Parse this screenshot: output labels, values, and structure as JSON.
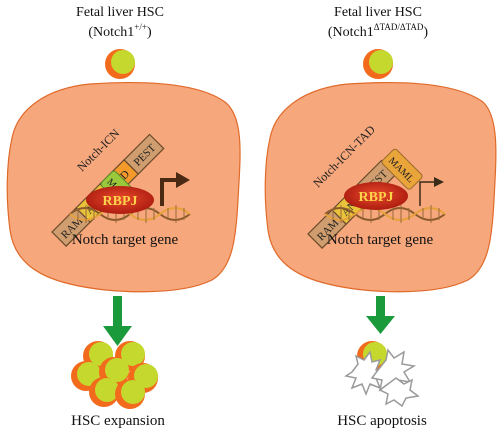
{
  "left": {
    "title_line1": "Fetal liver HSC",
    "title_line2_base": "(Notch1",
    "title_line2_sup": "+/+",
    "title_line2_end": ")",
    "construct_label": "Notch-ICN",
    "domains": [
      "RAM",
      "ANK",
      "TAD",
      "PEST"
    ],
    "maml_label": "MAML",
    "rbpj_label": "RBPJ",
    "gene_label": "Notch target gene",
    "outcome_label": "HSC expansion"
  },
  "right": {
    "title_line1": "Fetal liver HSC",
    "title_line2_base": "(Notch1",
    "title_line2_sup": "ΔTAD/ΔTAD",
    "title_line2_end": ")",
    "construct_label": "Notch-ICN-TAD",
    "domains": [
      "RAM",
      "ANK",
      "PEST"
    ],
    "maml_label": "MAML",
    "rbpj_label": "RBPJ",
    "gene_label": "Notch target gene",
    "outcome_label": "HSC apoptosis"
  },
  "colors": {
    "cell_fill": "#f7a77c",
    "cell_stroke": "#e06a2a",
    "hsc_inner": "#c5d82e",
    "hsc_outer": "#f26b1d",
    "arrow_green": "#1a9a3a",
    "domain_tan": "#cf9d6e",
    "domain_ank": "#e9c43a",
    "domain_tad": "#f49a2a",
    "maml_green": "#9ac93c",
    "maml_orange": "#e9a43a",
    "rbpj_red": "#cc2a1a"
  }
}
